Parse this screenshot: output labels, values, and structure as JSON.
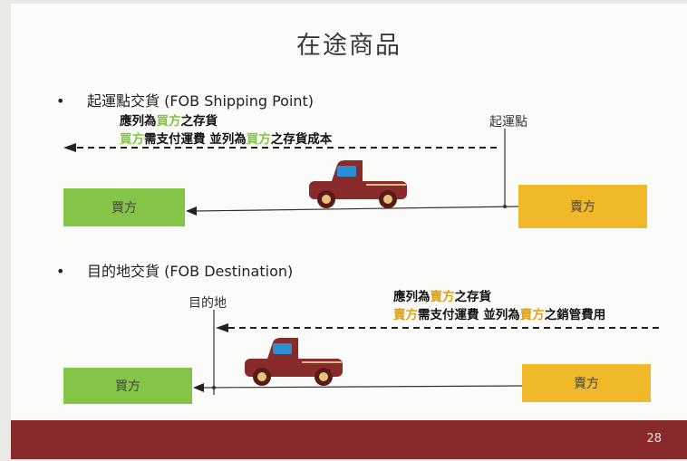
{
  "title": "在途商品",
  "section1": {
    "bullet": "起運點交貨 (FOB Shipping Point)",
    "line1": {
      "a": "應列為",
      "b": "買方",
      "c": "之存貨"
    },
    "line2": {
      "a": "買方",
      "b": "需支付運費 並列為",
      "c": "買方",
      "d": "之存貨成本"
    },
    "point_label": "起運點",
    "buyer": "買方",
    "seller": "賣方"
  },
  "section2": {
    "bullet": "目的地交貨 (FOB Destination)",
    "point_label": "目的地",
    "line1": {
      "a": "應列為",
      "b": "賣方",
      "c": "之存貨"
    },
    "line2": {
      "a": "賣方",
      "b": "需支付運費 並列為",
      "c": "賣方",
      "d": "之銷管費用"
    },
    "buyer": "買方",
    "seller": "賣方"
  },
  "page_number": "28",
  "colors": {
    "buyer_box": "#84c447",
    "seller_box": "#f0b92a",
    "truck_body": "#8a2b2b",
    "footer": "#882a2c"
  }
}
